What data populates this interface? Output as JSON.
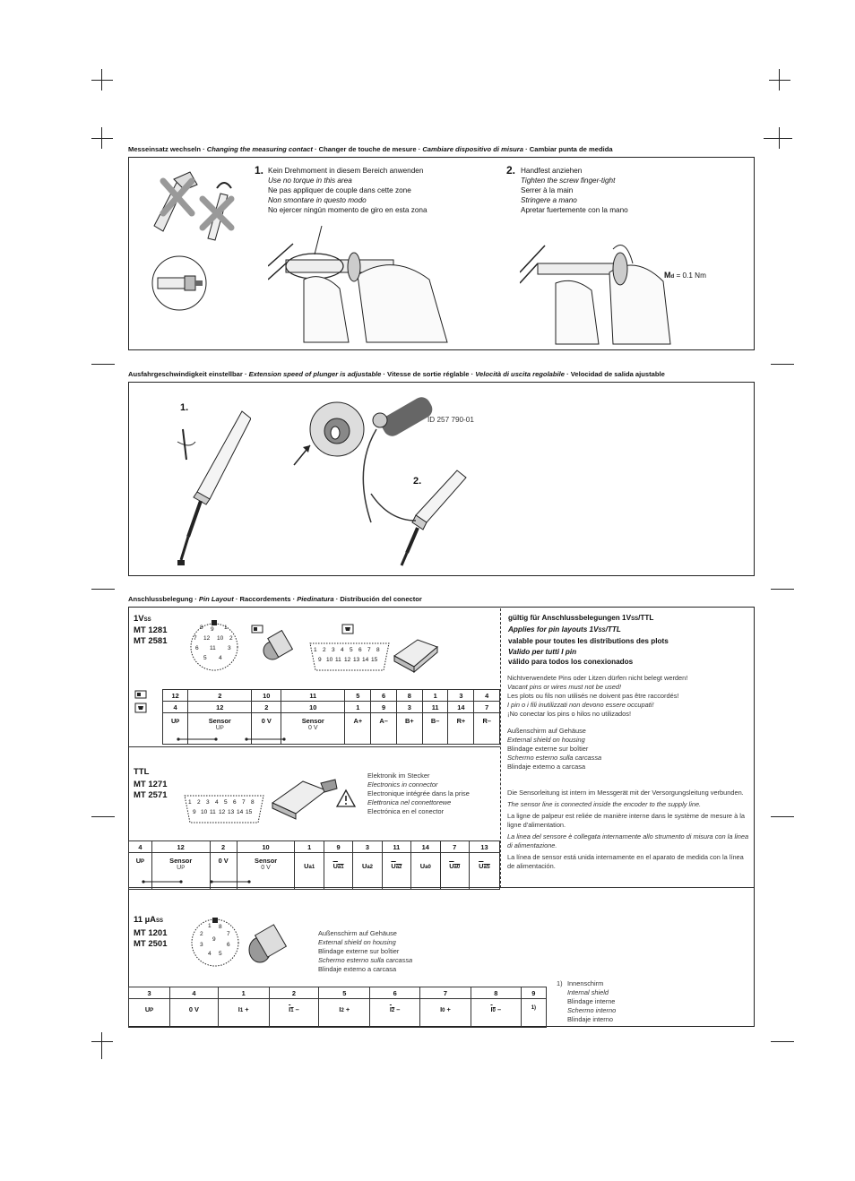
{
  "sec1": {
    "header": {
      "de": "Messeinsatz wechseln · ",
      "en": "Changing the measuring contact",
      "fr": " · Changer de touche de mesure · ",
      "it": "Cambiare dispositivo di misura",
      "es": " · Cambiar punta de medida"
    },
    "step1": {
      "num": "1.",
      "de": "Kein Drehmoment in diesem Bereich anwenden",
      "en": "Use no torque in this area",
      "fr": "Ne pas appliquer de couple dans cette zone",
      "it": "Non smontare in questo modo",
      "es": "No ejercer ningún momento de giro en esta zona"
    },
    "step2": {
      "num": "2.",
      "de": "Handfest anziehen",
      "en": "Tighten the screw finger-tight",
      "fr": "Serrer à la main",
      "it": "Stringere a mano",
      "es": "Apretar fuertemente con la mano"
    },
    "torque": {
      "label": "M",
      "sub": "d",
      "value": " = 0.1 Nm"
    }
  },
  "sec2": {
    "header": {
      "de": "Ausfahrgeschwindigkeit einstellbar · ",
      "en": "Extension speed of plunger is adjustable",
      "fr": " · Vitesse de sortie réglable · ",
      "it": "Velocità di uscita regolabile",
      "es": " · Velocidad de salida ajustable"
    },
    "step1": "1.",
    "step2": "2.",
    "id": "ID 257 790-01"
  },
  "sec3": {
    "header": {
      "de": "Anschlussbelegung · ",
      "en": "Pin Layout",
      "fr": " · Raccordements · ",
      "it": "Piedinatura",
      "es": " · Distribución del conector"
    },
    "vss": {
      "title": "1V",
      "sub": "SS",
      "m1": "MT 1281",
      "m2": "MT 2581",
      "row1": [
        "12",
        "2",
        "10",
        "11",
        "5",
        "6",
        "8",
        "1",
        "3",
        "4"
      ],
      "row2": [
        "4",
        "12",
        "2",
        "10",
        "1",
        "9",
        "3",
        "11",
        "14",
        "7"
      ],
      "sig": [
        "U",
        "Sensor",
        "0 V",
        "Sensor",
        "A+",
        "A–",
        "B+",
        "B–",
        "R+",
        "R–"
      ],
      "sig_sub": [
        "P",
        "",
        "",
        ""
      ],
      "sensor_up": "U",
      "sensor_up_sub": "P",
      "sensor_0v": "0 V",
      "circ_pins": [
        "8",
        "9",
        "1",
        "7",
        "12",
        "10",
        "2",
        "6",
        "11",
        "3",
        "5",
        "4"
      ],
      "dsub_top": [
        "1",
        "2",
        "3",
        "4",
        "5",
        "6",
        "7",
        "8"
      ],
      "dsub_bot": [
        "9",
        "10",
        "11",
        "12",
        "13",
        "14",
        "15"
      ]
    },
    "ttl": {
      "title": "TTL",
      "m1": "MT 1271",
      "m2": "MT 2571",
      "note": [
        "Elektronik im Stecker",
        "Electronics in connector",
        "Electronique intégrée dans la prise",
        "Elettronica nel connettorewe",
        "Electrónica en el conector"
      ],
      "row": [
        "4",
        "12",
        "2",
        "10",
        "1",
        "9",
        "3",
        "11",
        "14",
        "7",
        "13"
      ],
      "sig": [
        "U",
        "Sensor",
        "0 V",
        "Sensor",
        "U",
        "U",
        "U",
        "U",
        "U",
        "U",
        "U"
      ],
      "sig_sub": [
        "P",
        "",
        "",
        "",
        "a1",
        "a1",
        "a2",
        "a2",
        "a0",
        "a0",
        "aS"
      ],
      "sensor_up": "U",
      "sensor_up_sub": "P",
      "sensor_0v": "0 V",
      "dsub_top": [
        "1",
        "2",
        "3",
        "4",
        "5",
        "6",
        "7",
        "8"
      ],
      "dsub_bot": [
        "9",
        "10",
        "11",
        "12",
        "13",
        "14",
        "15"
      ]
    },
    "ua": {
      "title": "11 µA",
      "sub": "SS",
      "m1": "MT 1201",
      "m2": "MT 2501",
      "note": [
        "Außenschirm auf Gehäuse",
        "External shield on housing",
        "Blindage externe sur boîtier",
        "Schermo esterno sulla carcassa",
        "Blindaje externo a carcasa"
      ],
      "row": [
        "3",
        "4",
        "1",
        "2",
        "5",
        "6",
        "7",
        "8",
        "9"
      ],
      "sig": [
        "U",
        "0 V",
        "I",
        "I",
        "I",
        "I",
        "I",
        "I",
        "1)"
      ],
      "sig_sub": [
        "P",
        "",
        "1",
        "1",
        "2",
        "2",
        "0",
        "0",
        ""
      ],
      "sig_suf": [
        "",
        " ",
        "",
        " +",
        " –",
        " +",
        " –",
        " +",
        " –",
        ""
      ],
      "circ_pins": [
        "1",
        "8",
        "2",
        "7",
        "9",
        "3",
        "6",
        "4",
        "5"
      ]
    },
    "right": {
      "valid": {
        "de": "gültig für Anschlussbelegungen 1V",
        "de_sub": "SS",
        "de_end": "/TTL",
        "en": "Applies for pin layouts 1V",
        "en_sub": "SS",
        "en_end": "/TTL",
        "fr": "valable pour toutes les distributions des plots",
        "it": "Valido per tutti I pin",
        "es": "válido para todos los conexionados"
      },
      "vacant": [
        "Nichtverwendete Pins oder Litzen dürfen nicht belegt werden!",
        "Vacant pins or wires must not be used!",
        "Les plots ou fils non utilisés ne doivent pas être raccordés!",
        "I pin o i fili inutilizzati non devono essere occupati!",
        "¡No conectar los pins o hilos no utilizados!"
      ],
      "shield": [
        "Außenschirm auf Gehäuse",
        "External shield on housing",
        "Blindage externe sur boîtier",
        "Schermo esterno sulla carcassa",
        "Blindaje externo a carcasa"
      ],
      "sensor": [
        "Die Sensorleitung ist intern im Messgerät mit der Versorgungsleitung verbunden.",
        "The sensor line is connected inside the encoder to the supply line.",
        "La ligne de palpeur est reliée de manière interne dans le système de mesure à la ligne d'alimentation.",
        "La linea del sensore è collegata internamente allo strumento di misura con la linea di alimentazione.",
        "La línea de sensor está unida internamente en el aparato de medida con la línea de alimentación."
      ],
      "foot_num": "1)",
      "foot": [
        "Innenschirm",
        "Internal shield",
        "Blindage interne",
        "Schermo interno",
        "Blindaje interno"
      ]
    }
  }
}
